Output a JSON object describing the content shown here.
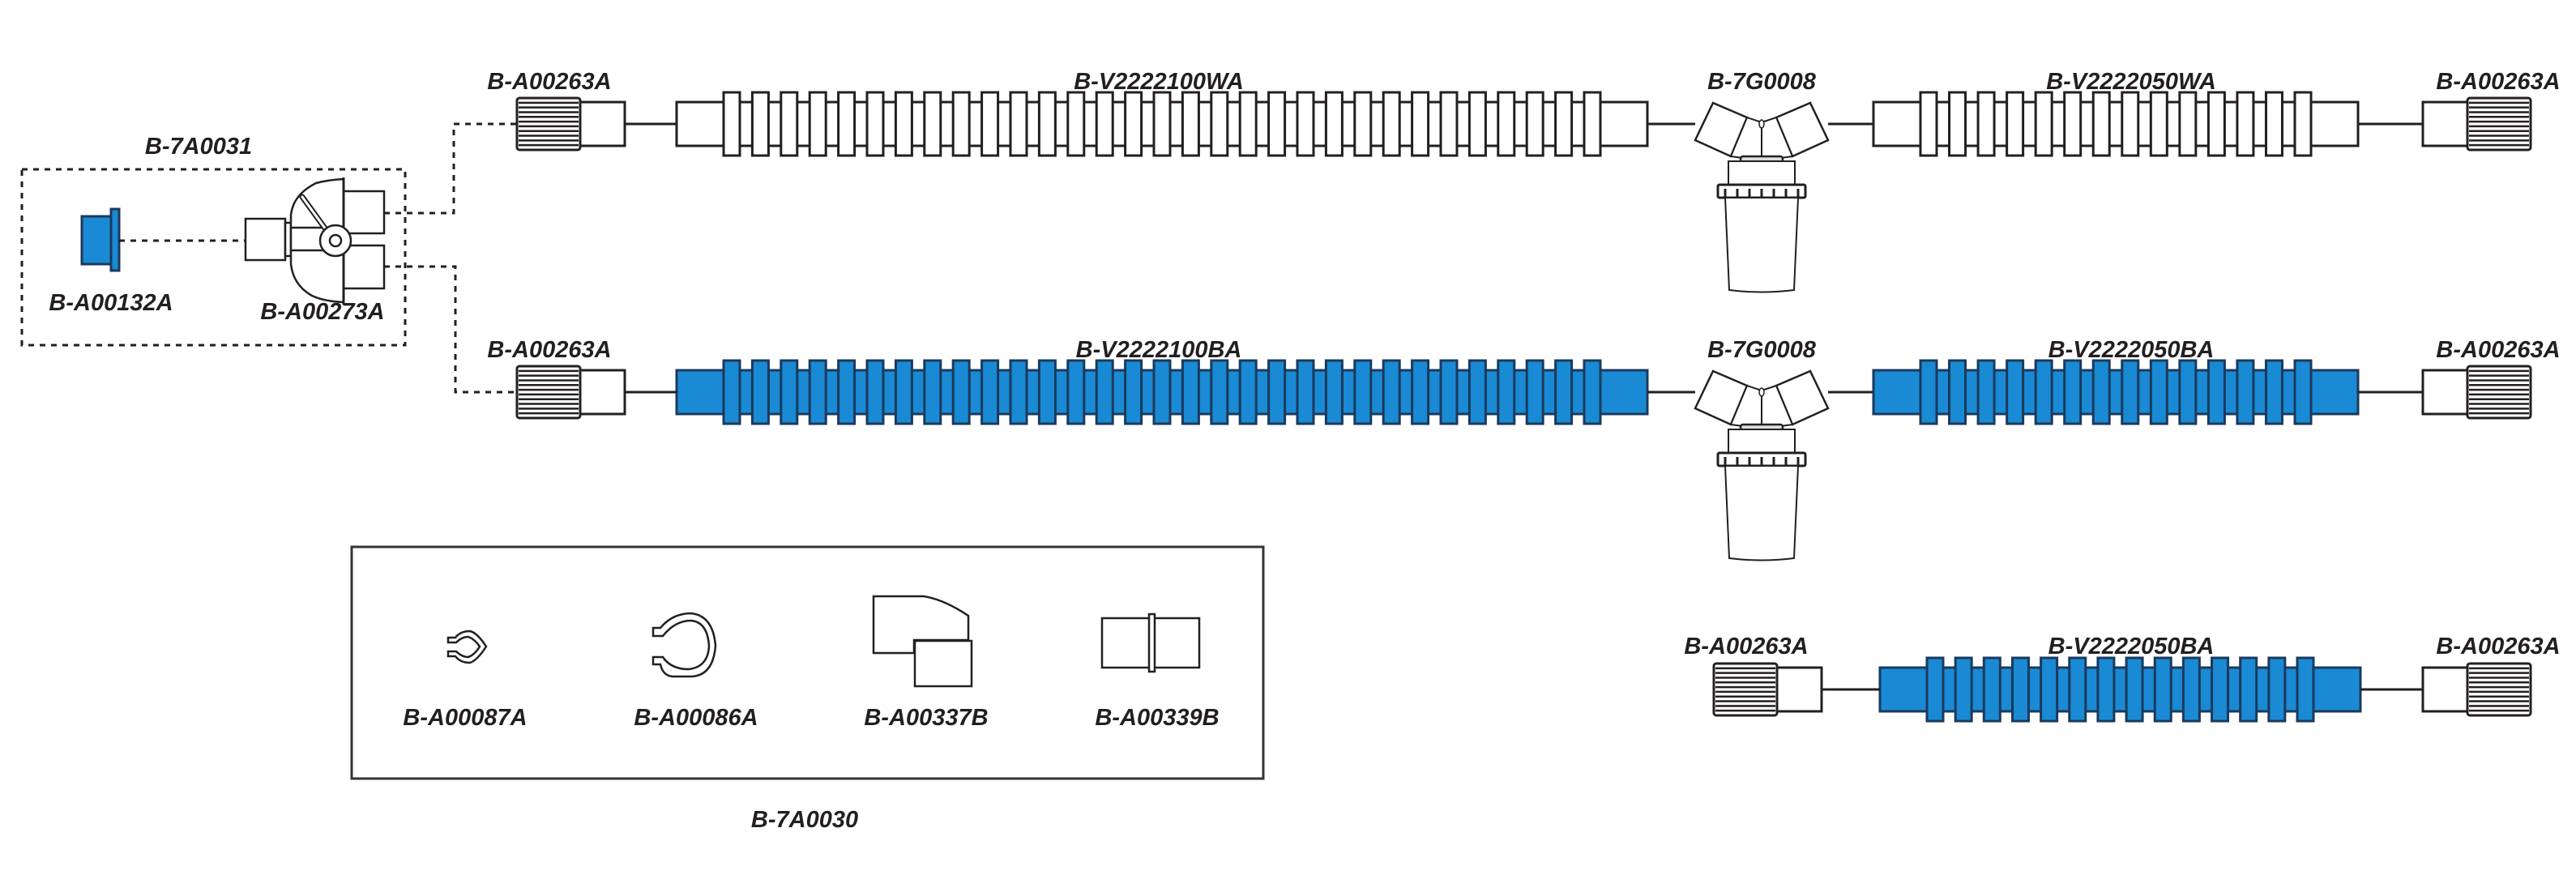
{
  "colors": {
    "blue_fill": "#1a8ad4",
    "blue_stroke": "#1b3a5c",
    "line": "#231f20",
    "white": "#ffffff"
  },
  "kit_7A0031": {
    "label": "B-7A0031",
    "cap": {
      "part": "B-A00132A",
      "color": "blue"
    },
    "y_piece": {
      "part": "B-A00273A"
    }
  },
  "rows": [
    {
      "name": "white-circuit",
      "color": "white",
      "left_connector": "B-A00263A",
      "tube_long": {
        "part": "B-V2222100WA",
        "ribs": 31
      },
      "water_trap": "B-7G0008",
      "tube_short": {
        "part": "B-V2222050WA",
        "ribs": 14
      },
      "right_connector": "B-A00263A"
    },
    {
      "name": "blue-circuit",
      "color": "blue",
      "left_connector": "B-A00263A",
      "tube_long": {
        "part": "B-V2222100BA",
        "ribs": 31
      },
      "water_trap": "B-7G0008",
      "tube_short": {
        "part": "B-V2222050BA",
        "ribs": 14
      },
      "right_connector": "B-A00263A"
    },
    {
      "name": "extension-tube",
      "color": "blue",
      "left_connector": "B-A00263A",
      "tube": {
        "part": "B-V2222050BA",
        "ribs": 14
      },
      "right_connector": "B-A00263A"
    }
  ],
  "kit_7A0030": {
    "label": "B-7A0030",
    "items": [
      {
        "part": "B-A00087A",
        "icon": "small-clip-icon"
      },
      {
        "part": "B-A00086A",
        "icon": "large-clip-icon"
      },
      {
        "part": "B-A00337B",
        "icon": "elbow-connector-icon"
      },
      {
        "part": "B-A00339B",
        "icon": "straight-connector-icon"
      }
    ]
  }
}
